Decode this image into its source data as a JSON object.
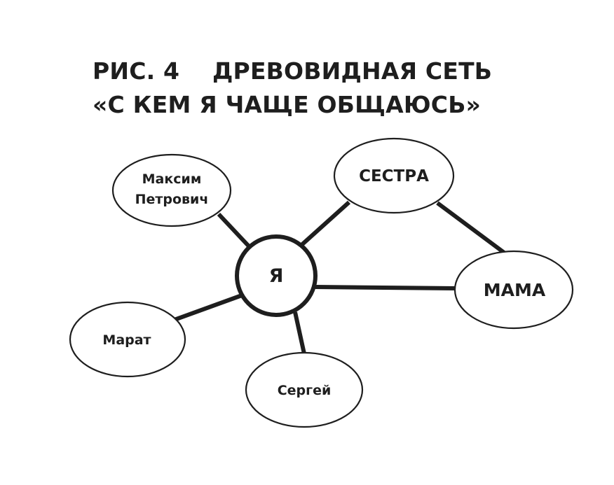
{
  "title": {
    "line1": "РИС. 4    ДРЕВОВИДНАЯ СЕТЬ",
    "line2": "«С КЕМ Я ЧАЩЕ ОБЩАЮСЬ»"
  },
  "nodes": {
    "center": {
      "label": "Я"
    },
    "maksim": {
      "line1": "Максим",
      "line2": "Петрович"
    },
    "sestra": {
      "label": "СЕСТРА"
    },
    "mama": {
      "label": "МАМА"
    },
    "marat": {
      "label": "Марат"
    },
    "sergei": {
      "label": "Сергей"
    }
  },
  "edges": [
    [
      "center",
      "maksim"
    ],
    [
      "center",
      "sestra"
    ],
    [
      "center",
      "mama"
    ],
    [
      "center",
      "marat"
    ],
    [
      "center",
      "sergei"
    ],
    [
      "sestra",
      "mama"
    ]
  ]
}
